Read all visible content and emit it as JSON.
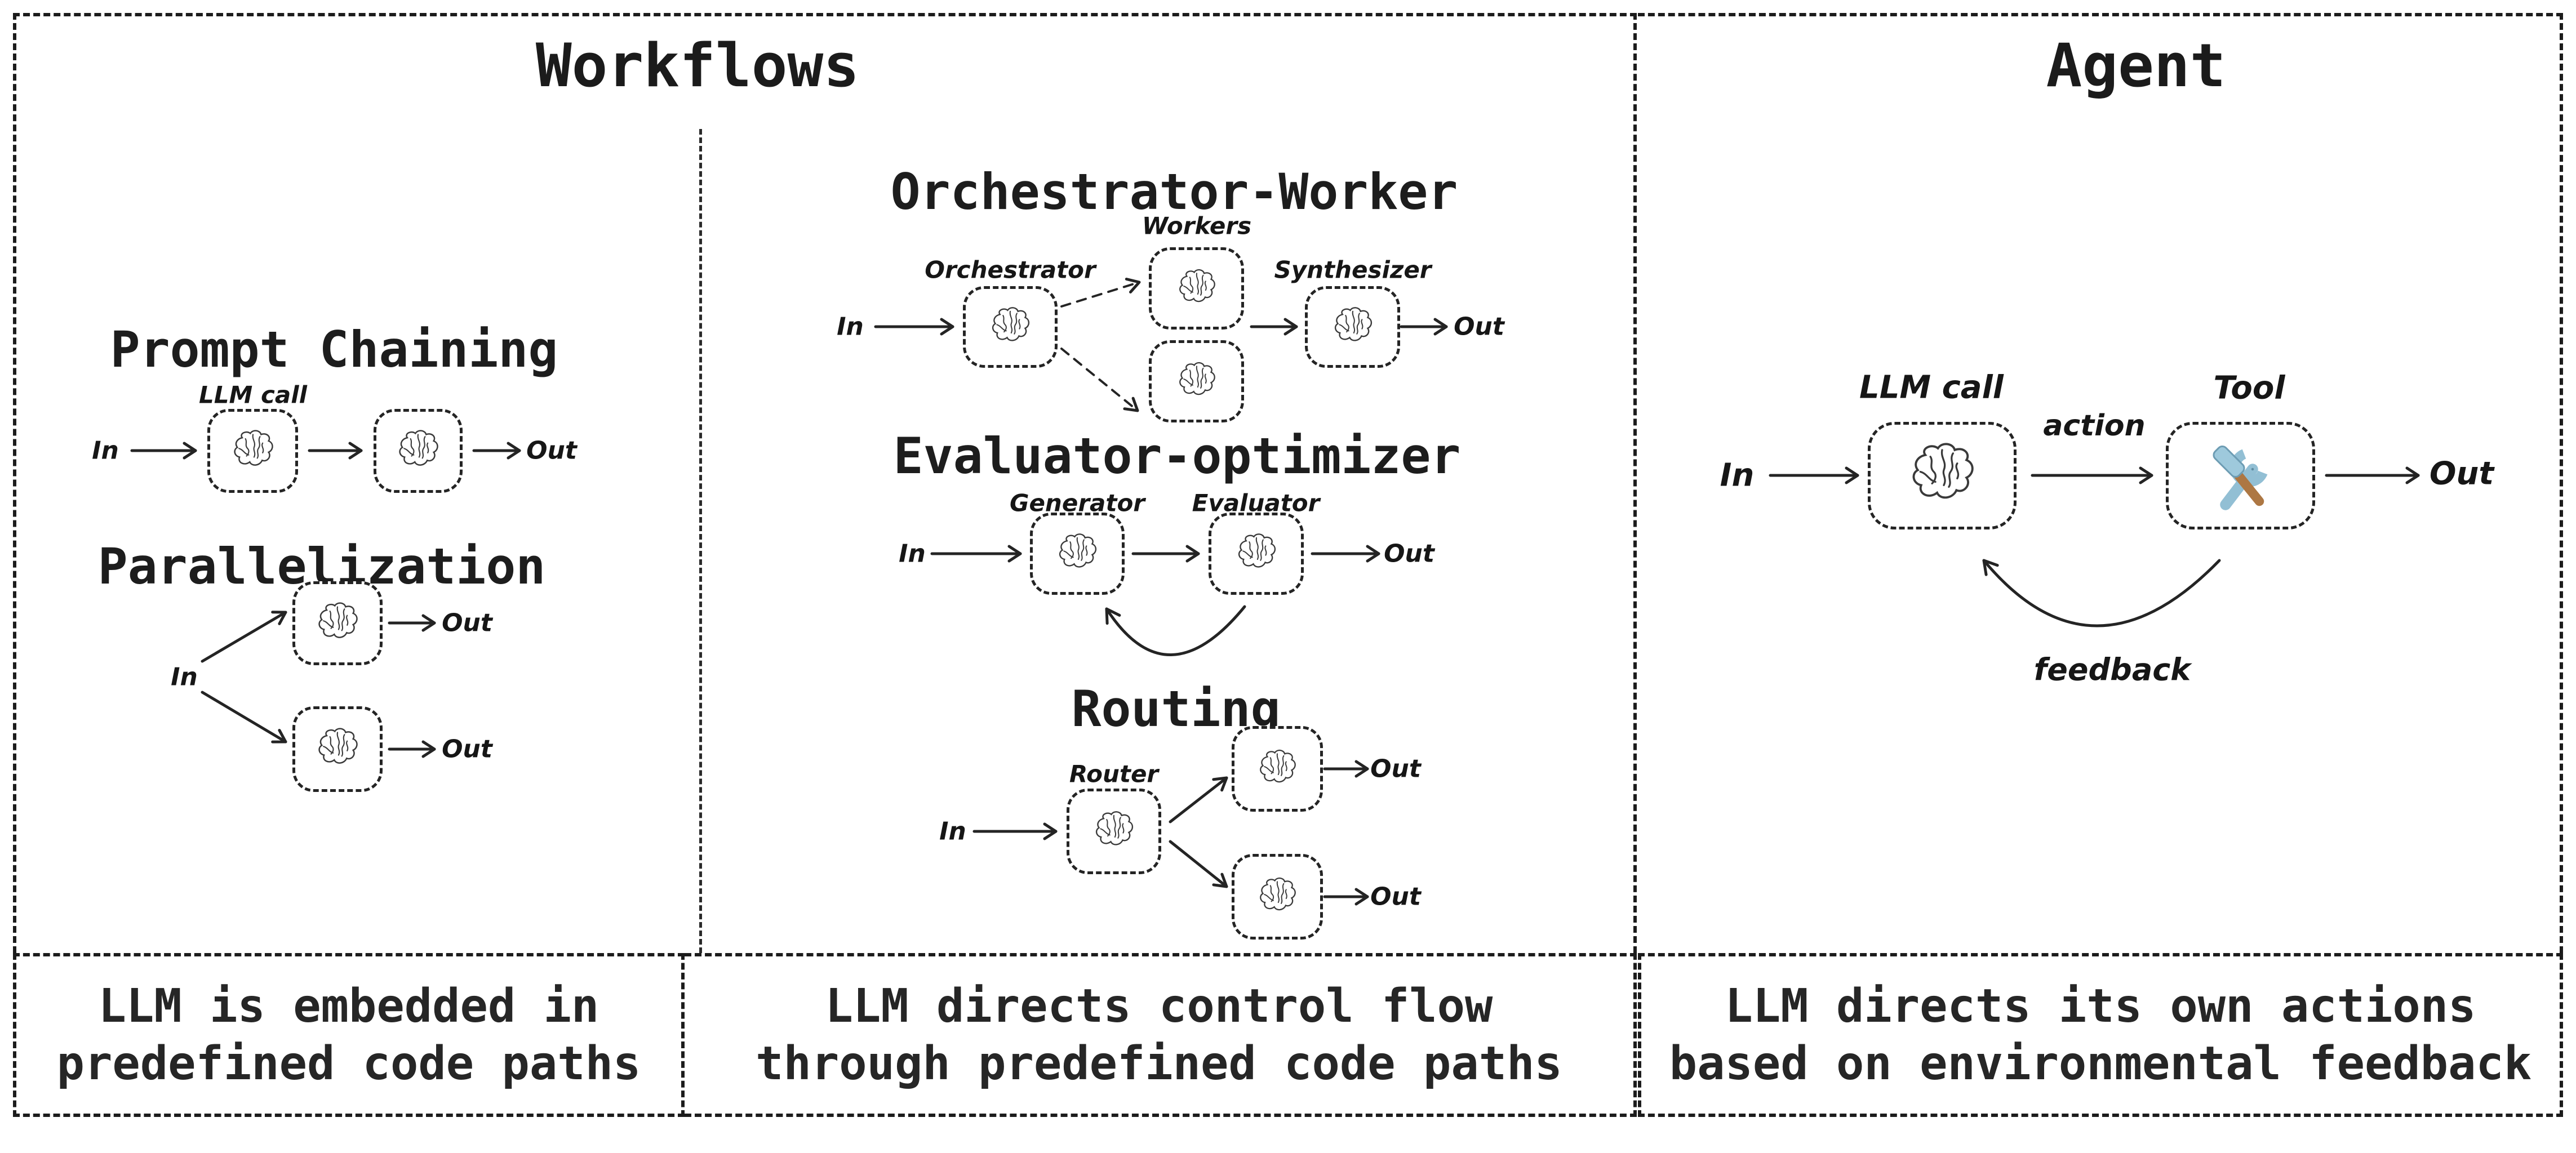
{
  "workflows": {
    "title": "Workflows",
    "prompt_chaining": {
      "title": "Prompt Chaining",
      "label_llm_call": "LLM call",
      "label_in": "In",
      "label_out": "Out"
    },
    "parallelization": {
      "title": "Parallelization",
      "label_in": "In",
      "label_out_top": "Out",
      "label_out_bottom": "Out"
    },
    "orchestrator_worker": {
      "title": "Orchestrator-Worker",
      "label_in": "In",
      "label_orchestrator": "Orchestrator",
      "label_workers": "Workers",
      "label_synthesizer": "Synthesizer",
      "label_out": "Out"
    },
    "evaluator_optimizer": {
      "title": "Evaluator-optimizer",
      "label_generator": "Generator",
      "label_evaluator": "Evaluator",
      "label_in": "In",
      "label_out": "Out"
    },
    "routing": {
      "title": "Routing",
      "label_router": "Router",
      "label_in": "In",
      "label_out_top": "Out",
      "label_out_bottom": "Out"
    },
    "caption_left": {
      "line1": "LLM is embedded in",
      "line2": "predefined code paths"
    },
    "caption_middle": {
      "line1": "LLM directs control flow",
      "line2": "through predefined code paths"
    }
  },
  "agent": {
    "title": "Agent",
    "label_in": "In",
    "label_llm_call": "LLM call",
    "label_action": "action",
    "label_tool": "Tool",
    "label_out": "Out",
    "label_feedback": "feedback",
    "caption": {
      "line1": "LLM directs its own actions",
      "line2": "based on environmental feedback"
    }
  },
  "icons": {
    "brain": "scribbled-brain-icon",
    "tool": "hammer-wrench-icon"
  },
  "colors": {
    "ink": "#242424",
    "background": "#ffffff",
    "wrench_blue": "#92bfd4",
    "wrench_outline": "#5d8ba1",
    "hammer_handle": "#ad7743",
    "hammer_head": "#9ec9dc"
  }
}
